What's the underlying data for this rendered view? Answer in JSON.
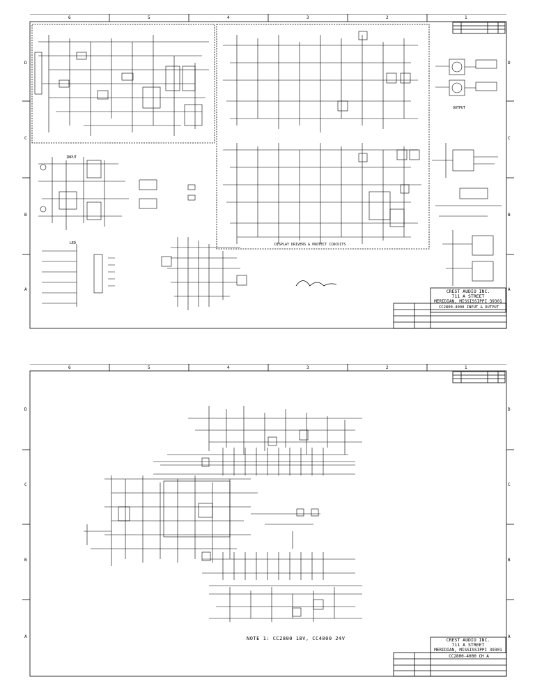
{
  "sheet1": {
    "zone_cols": [
      "6",
      "5",
      "4",
      "3",
      "2",
      "1"
    ],
    "zone_rows": [
      "D",
      "C",
      "B",
      "A"
    ],
    "sections": {
      "input": "INPUT",
      "led": "LED",
      "display": "DISPLAY DRIVERS & PROTECT CIRCUITS",
      "output": "OUTPUT"
    },
    "title_block": {
      "company": "CREST AUDIO INC.",
      "street": "711 A STREET",
      "city": "MERIDIAN, MISSISSIPPI    39301",
      "title": "CC2800-4000  INPUT & OUTPUT"
    }
  },
  "sheet2": {
    "zone_cols": [
      "6",
      "5",
      "4",
      "3",
      "2",
      "1"
    ],
    "zone_rows": [
      "D",
      "C",
      "B",
      "A"
    ],
    "note": "NOTE 1:  CC2800 18V, CC4000 24V",
    "title_block": {
      "company": "CREST AUDIO INC.",
      "street": "711 A STREET",
      "city": "MERIDIAN, MISSISSIPPI    39301",
      "title": "CC2800-4000 CH A"
    }
  }
}
